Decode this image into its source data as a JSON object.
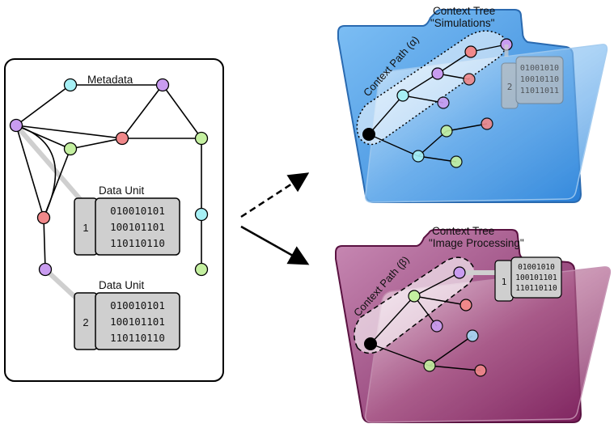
{
  "metadata_graph": {
    "label": "Metadata",
    "data_units": [
      {
        "title": "Data Unit",
        "id": "1",
        "bits": [
          "010010101",
          "100101101",
          "110110110"
        ]
      },
      {
        "title": "Data Unit",
        "id": "2",
        "bits": [
          "010010101",
          "100101101",
          "110110110"
        ]
      }
    ]
  },
  "context_tree_simulations": {
    "title_line1": "Context Tree",
    "title_line2": "\"Simulations\"",
    "path_label": "Context Path (α)",
    "unit": {
      "id": "2",
      "bits": [
        "01001010",
        "10010110",
        "11011011"
      ]
    },
    "color": "#3a8fe6"
  },
  "context_tree_image": {
    "title_line1": "Context Tree",
    "title_line2": "\"Image Processing\"",
    "path_label": "Context Path (β)",
    "unit": {
      "id": "1",
      "bits": [
        "01001010",
        "100101101",
        "110110110"
      ]
    },
    "color": "#8e2a6a"
  },
  "node_colors": {
    "purple": "#c99cf0",
    "cyan": "#a6f0f5",
    "pink": "#f0888a",
    "green": "#c4f0a0",
    "black": "#000000"
  }
}
